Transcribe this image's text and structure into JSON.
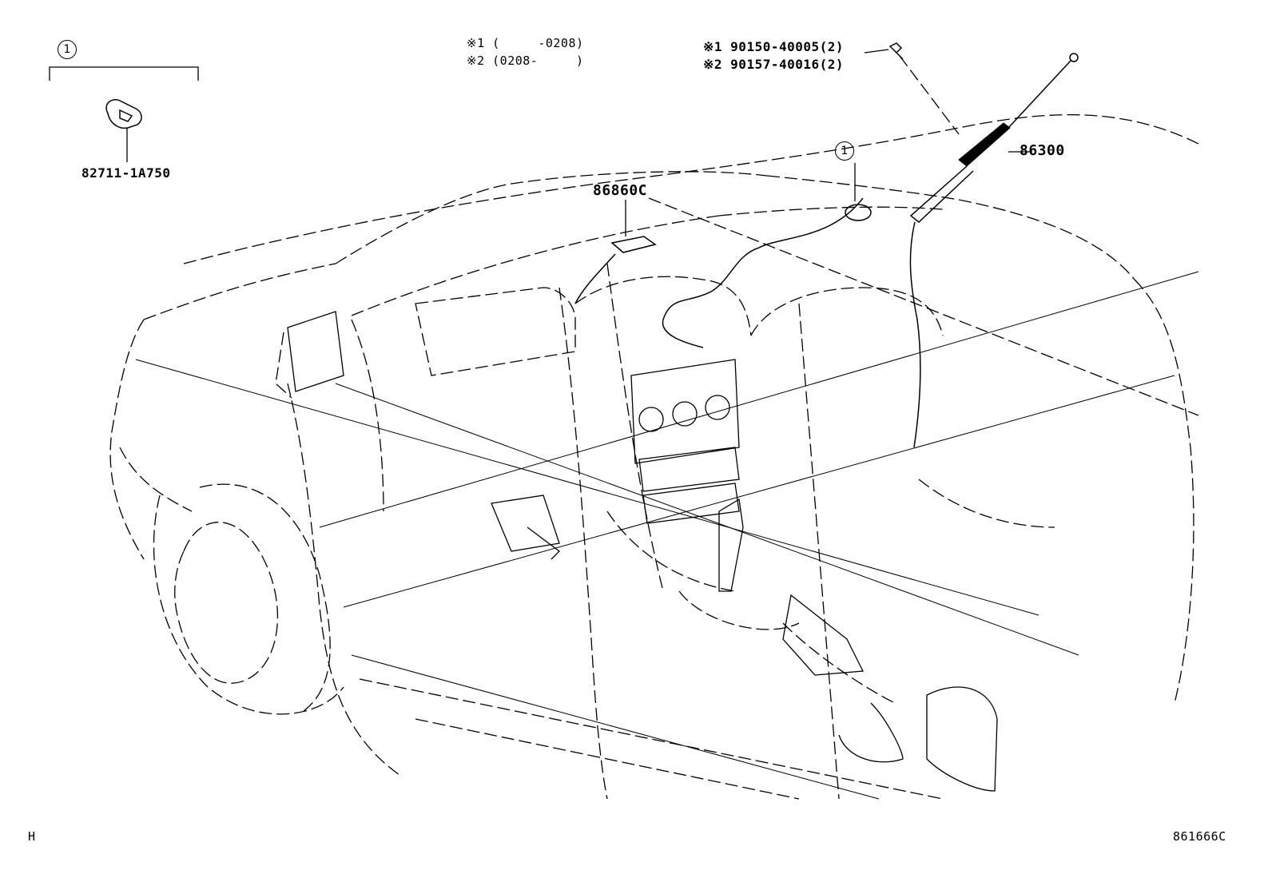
{
  "callout_marker": "1",
  "kit": {
    "callout": "1",
    "part_number": "82711-1A750"
  },
  "date_notes": {
    "line1": "※1 (     -0208)",
    "line2": "※2 (0208-     )"
  },
  "bolt_notes": {
    "line1": "※1 90150-40005(2)",
    "line2": "※2 90157-40016(2)"
  },
  "parts": {
    "antenna": "86300",
    "amplifier": "86860C"
  },
  "footer": {
    "left_code": "H",
    "right_code": "861666C"
  },
  "icons": [
    "clip-connector-icon",
    "bolt-icon",
    "antenna-rod-icon"
  ]
}
